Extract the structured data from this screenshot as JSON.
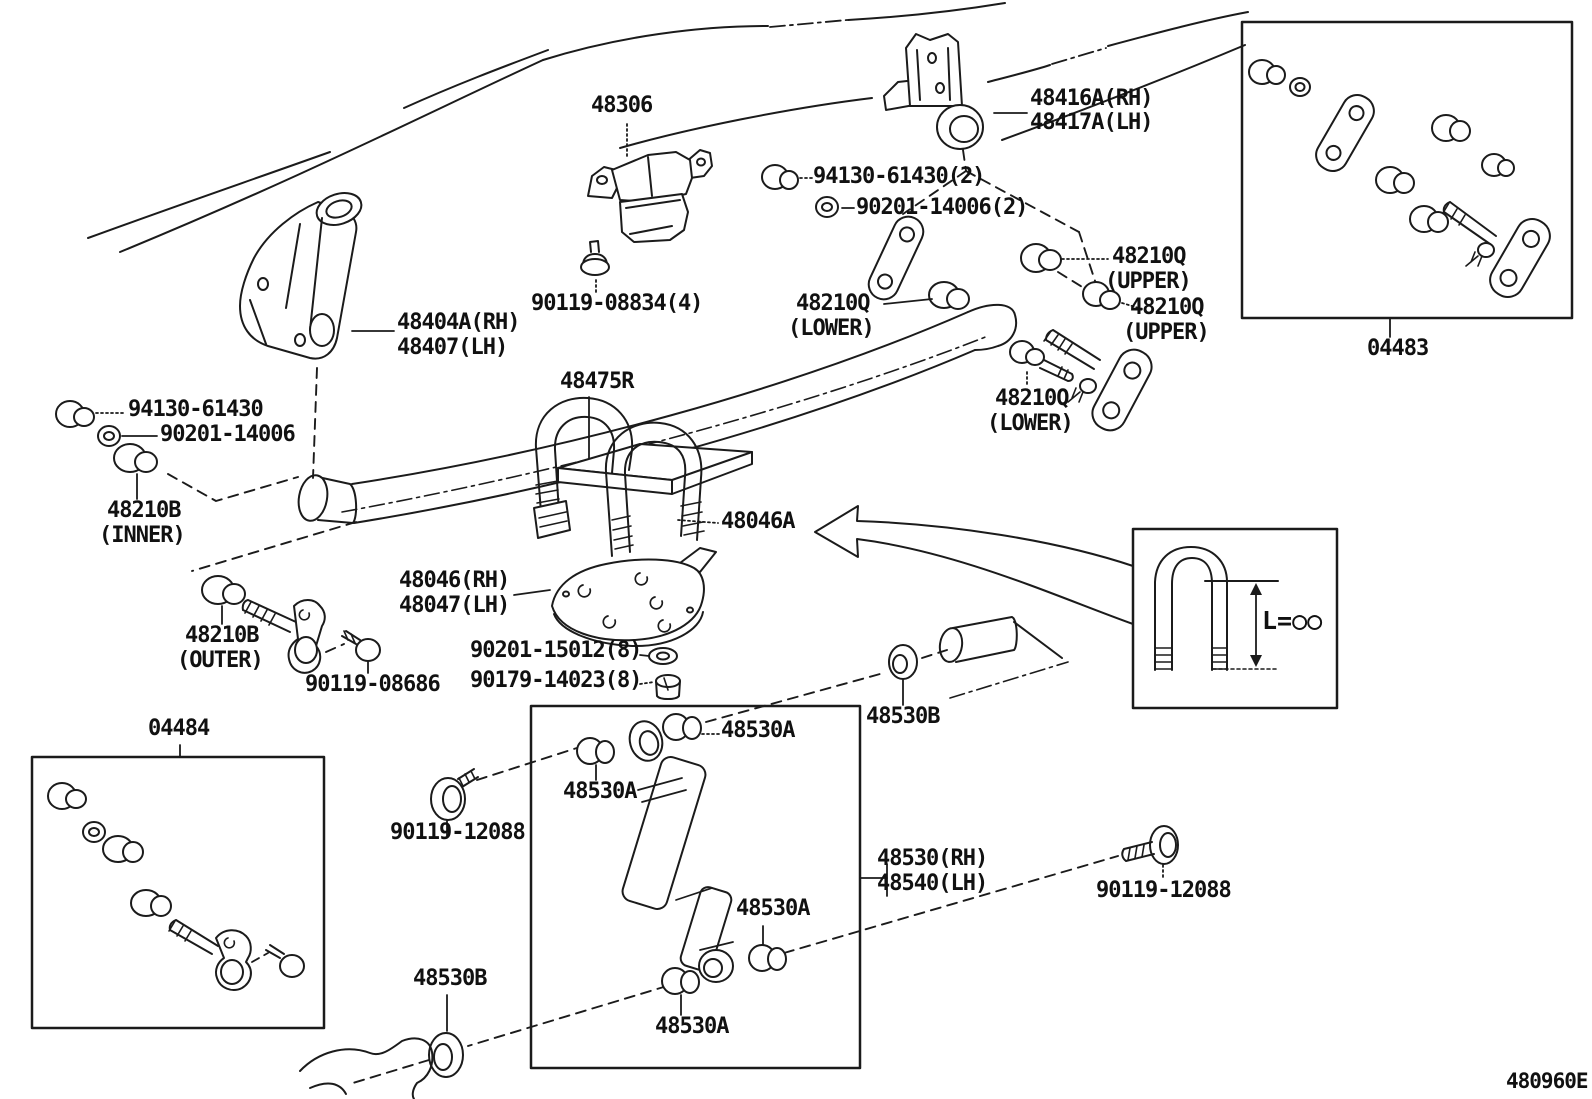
{
  "diagram": {
    "description": "Toyota rear spring and shock absorber parts diagram",
    "callouts": [
      {
        "text": "48306"
      },
      {
        "text": "48416A(RH)"
      },
      {
        "text": "48417A(LH)"
      },
      {
        "text": "94130-61430(2)"
      },
      {
        "text": "90201-14006(2)"
      },
      {
        "text": "48210Q"
      },
      {
        "text": "(UPPER)"
      },
      {
        "text": "48210Q"
      },
      {
        "text": "(LOWER)"
      },
      {
        "text": "48210Q"
      },
      {
        "text": "(UPPER)"
      },
      {
        "text": "48404A(RH)"
      },
      {
        "text": "48407(LH)"
      },
      {
        "text": "90119-08834(4)"
      },
      {
        "text": "48475R"
      },
      {
        "text": "48210Q"
      },
      {
        "text": "(LOWER)"
      },
      {
        "text": "94130-61430"
      },
      {
        "text": "90201-14006"
      },
      {
        "text": "48210B"
      },
      {
        "text": "(INNER)"
      },
      {
        "text": "48046A"
      },
      {
        "text": "48046(RH)"
      },
      {
        "text": "48047(LH)"
      },
      {
        "text": "48210B"
      },
      {
        "text": "(OUTER)"
      },
      {
        "text": "90201-15012(8)"
      },
      {
        "text": "90179-14023(8)"
      },
      {
        "text": "90119-08686"
      },
      {
        "text": "04484"
      },
      {
        "text": "48530B"
      },
      {
        "text": "48530A"
      },
      {
        "text": "48530A"
      },
      {
        "text": "90119-12088"
      },
      {
        "text": "48530(RH)"
      },
      {
        "text": "48540(LH)"
      },
      {
        "text": "90119-12088"
      },
      {
        "text": "48530A"
      },
      {
        "text": "48530B"
      },
      {
        "text": "48530A"
      },
      {
        "text": "04483"
      }
    ],
    "legend": {
      "u_bolt_length_note": "L=○○"
    },
    "footer": {
      "drawing_code": "480960E"
    }
  }
}
